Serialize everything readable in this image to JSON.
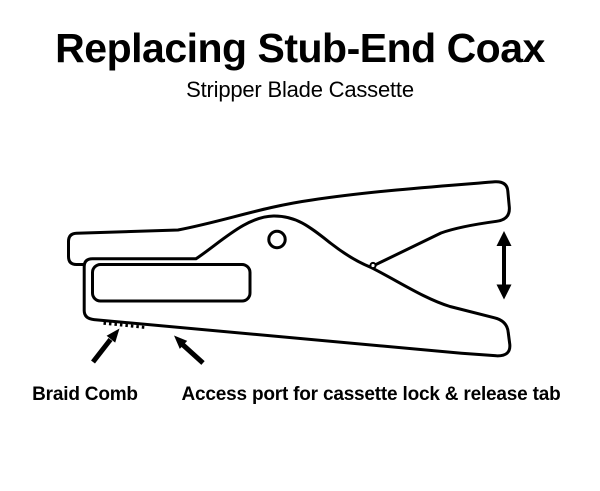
{
  "colors": {
    "background": "#ffffff",
    "ink": "#000000"
  },
  "header": {
    "title": "Replacing Stub-End Coax",
    "subtitle": "Stripper Blade Cassette"
  },
  "callouts": {
    "braid_comb": "Braid Comb",
    "access_port": "Access port for cassette lock & release tab"
  },
  "icons": {
    "squeeze_direction": "double-headed-vertical-arrow",
    "braid_comb_pointer": "solid-arrow-up-right",
    "access_port_pointer": "solid-arrow-up-left"
  },
  "illustration": {
    "kind": "black-and-white line drawing",
    "subject": "stub-end coax stripper tool, side view",
    "parts": [
      "front tab",
      "cassette window",
      "pivot hole",
      "braid comb teeth",
      "spring handles"
    ]
  }
}
